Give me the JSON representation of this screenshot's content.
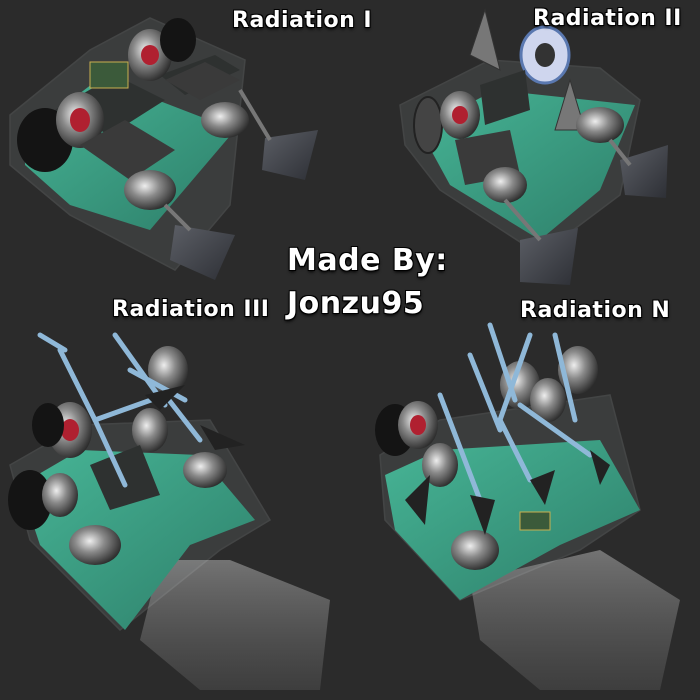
{
  "robots": [
    {
      "title": "Radiation I"
    },
    {
      "title": "Radiation II"
    },
    {
      "title": "Radiation III"
    },
    {
      "title": "Radiation N"
    }
  ],
  "credit": {
    "line1": "Made By:",
    "line2": "Jonzu95"
  },
  "colors": {
    "background": "#2b2b2b",
    "chassis_floor": "#3a9a80",
    "chassis_glass": "#cfd6d8",
    "motor_dark": "#1c1c1c",
    "motor_red": "#b02030",
    "weapon_blue": "#8fb8d8",
    "wedge_grey": "#4a4a52"
  }
}
